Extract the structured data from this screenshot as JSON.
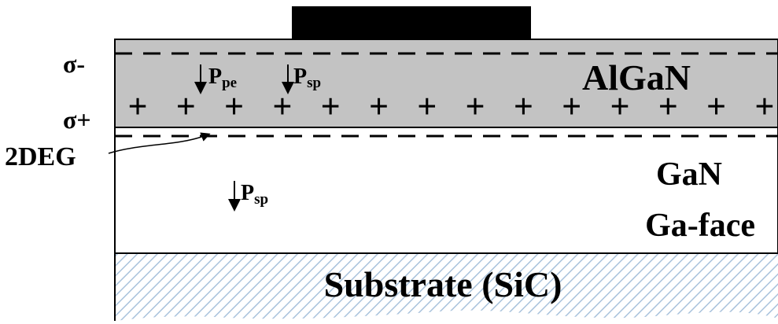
{
  "labels": {
    "sigma_minus": "σ-",
    "sigma_plus": "σ+",
    "two_deg": "2DEG",
    "algan": "AlGaN",
    "gan": "GaN",
    "ga_face": "Ga-face",
    "substrate": "Substrate (SiC)"
  },
  "polarization": {
    "p_main": "P",
    "pe_sub": "pe",
    "sp_sub": "sp"
  },
  "charges": {
    "plus_symbol": "+",
    "plus_count": 14
  },
  "colors": {
    "algan_fill": "#c3c3c3",
    "gate_fill": "#000000",
    "hatch_stroke": "#a8c2dc",
    "line": "#000000",
    "background": "#ffffff"
  }
}
